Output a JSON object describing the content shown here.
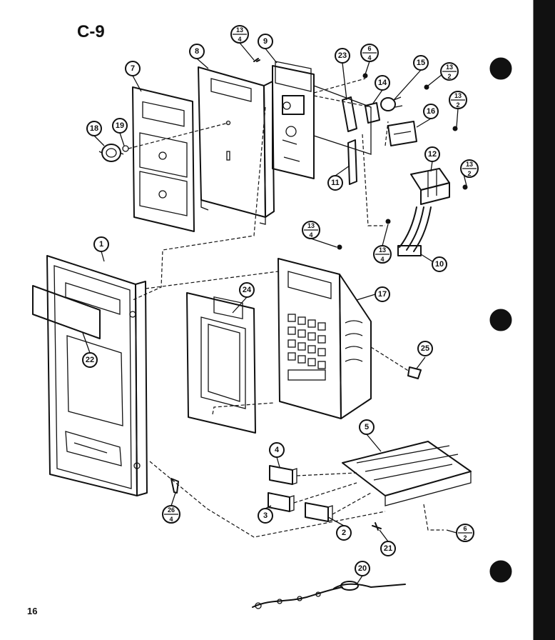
{
  "header": {
    "title": "C-9"
  },
  "footer": {
    "page_number": "16"
  },
  "callouts": {
    "p1": "1",
    "p2": "2",
    "p3": "3",
    "p4": "4",
    "p5": "5",
    "p6": "6",
    "p7": "7",
    "p8": "8",
    "p9": "9",
    "p10": "10",
    "p11": "11",
    "p12": "12",
    "p14": "14",
    "p15": "15",
    "p16": "16",
    "p17": "17",
    "p18": "18",
    "p19": "19",
    "p20": "20",
    "p21": "21",
    "p22": "22",
    "p23": "23",
    "p24": "24",
    "p25": "25"
  },
  "fractions": {
    "f13_4_top": {
      "num": "13",
      "den": "4"
    },
    "f6_4": {
      "num": "6",
      "den": "4"
    },
    "f13_2_a": {
      "num": "13",
      "den": "2"
    },
    "f13_2_b": {
      "num": "13",
      "den": "2"
    },
    "f13_2_c": {
      "num": "13",
      "den": "2"
    },
    "f13_4_mid": {
      "num": "13",
      "den": "4"
    },
    "f13_4_low": {
      "num": "13",
      "den": "4"
    },
    "f26_4": {
      "num": "26",
      "den": "4"
    },
    "f6_2": {
      "num": "6",
      "den": "2"
    }
  },
  "colors": {
    "ink": "#111111",
    "paper": "#ffffff"
  }
}
